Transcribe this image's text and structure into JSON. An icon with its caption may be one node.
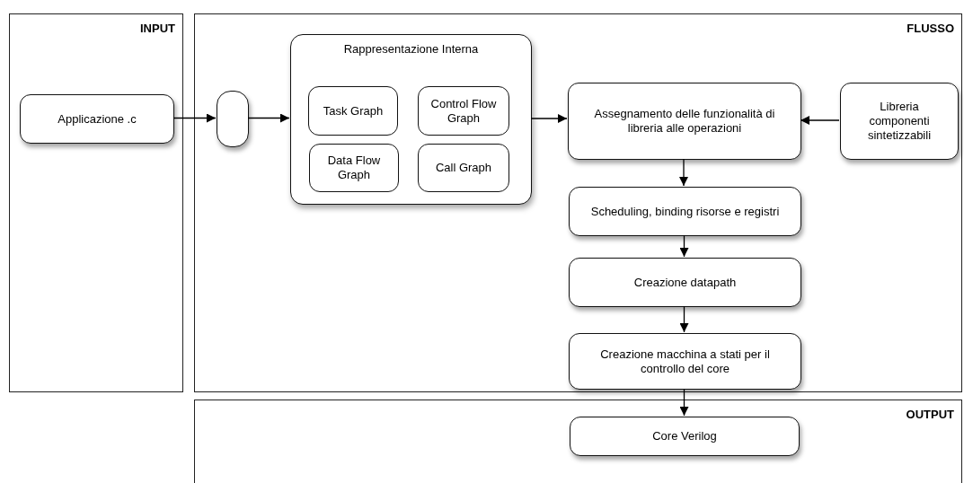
{
  "diagram": {
    "nodes": [
      {
        "text": [
          "INPUT"
        ]
      },
      {
        "text": [
          "Applicazione .c"
        ],
        "in": 0
      },
      {
        "text": [
          "FLUSSO"
        ]
      },
      {
        "text": [],
        "shape": "box",
        "in": 2
      },
      {
        "text": [
          "Rappresentazione Interna"
        ],
        "in": 2
      },
      {
        "text": [
          "Task Graph"
        ],
        "in": 4
      },
      {
        "text": [
          "Control Flow Graph"
        ],
        "in": 4
      },
      {
        "text": [
          "Data Flow Graph"
        ],
        "in": 4
      },
      {
        "text": [
          "Call Graph"
        ],
        "in": 4
      },
      {
        "text": [
          "Assegnamento delle funzionalità di libreria alle operazioni"
        ],
        "in": 2
      },
      {
        "text": [
          "Libreria componenti sintetizzabili"
        ],
        "in": 2
      },
      {
        "text": [
          "Scheduling, binding risorse e registri"
        ],
        "in": 2
      },
      {
        "text": [
          "Creazione datapath"
        ],
        "in": 2
      },
      {
        "text": [
          "Creazione macchina a stati per il controllo del core"
        ],
        "in": 2
      },
      {
        "text": [
          "OUTPUT"
        ]
      },
      {
        "text": [
          "Core Verilog"
        ],
        "in": 14
      }
    ],
    "edges": [
      {
        "from": 1,
        "to": 3,
        "arrow": "to"
      },
      {
        "from": 3,
        "to": 4,
        "arrow": "to"
      },
      {
        "from": 4,
        "to": 9,
        "arrow": "to"
      },
      {
        "from": 10,
        "to": 9,
        "arrow": "to"
      },
      {
        "from": 9,
        "to": 11,
        "arrow": "to"
      },
      {
        "from": 11,
        "to": 12,
        "arrow": "to"
      },
      {
        "from": 12,
        "to": 13,
        "arrow": "to"
      },
      {
        "from": 13,
        "to": 15,
        "arrow": "to"
      }
    ]
  }
}
